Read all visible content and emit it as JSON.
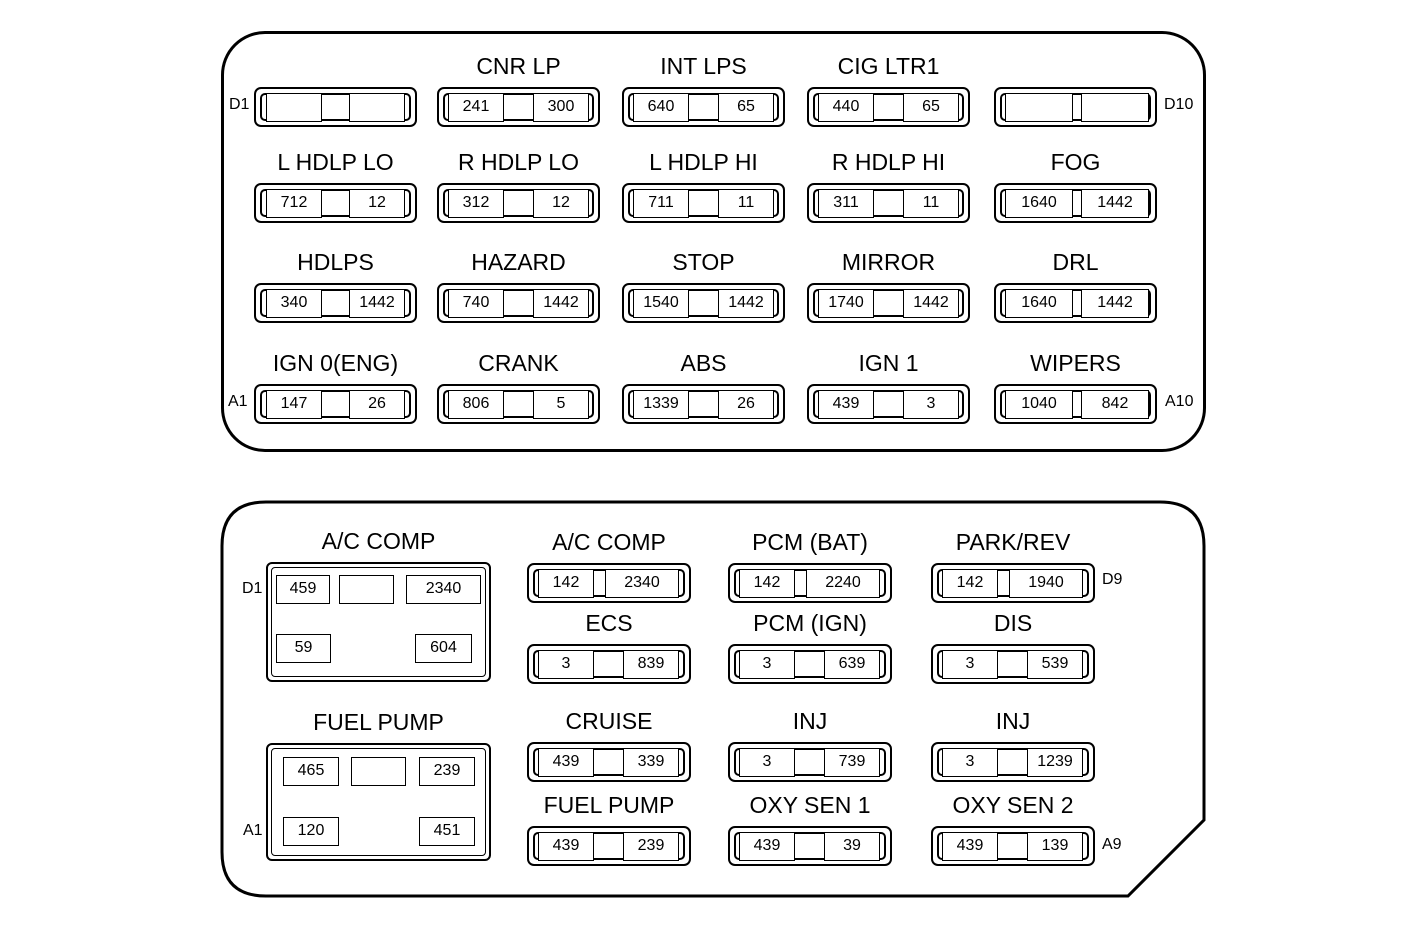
{
  "top_panel": {
    "fuses": [
      {
        "name": "",
        "cells": [
          "",
          ""
        ]
      },
      {
        "name": "CNR LP",
        "cells": [
          "241",
          "300"
        ]
      },
      {
        "name": "INT LPS",
        "cells": [
          "640",
          "65"
        ]
      },
      {
        "name": "CIG LTR1",
        "cells": [
          "440",
          "65"
        ]
      },
      {
        "name": "",
        "cells": [
          "",
          ""
        ]
      },
      {
        "name": "L HDLP LO",
        "cells": [
          "712",
          "12"
        ]
      },
      {
        "name": "R HDLP LO",
        "cells": [
          "312",
          "12"
        ]
      },
      {
        "name": "L HDLP HI",
        "cells": [
          "711",
          "11"
        ]
      },
      {
        "name": "R HDLP HI",
        "cells": [
          "311",
          "11"
        ]
      },
      {
        "name": "FOG",
        "cells": [
          "1640",
          "1442"
        ]
      },
      {
        "name": "HDLPS",
        "cells": [
          "340",
          "1442"
        ]
      },
      {
        "name": "HAZARD",
        "cells": [
          "740",
          "1442"
        ]
      },
      {
        "name": "STOP",
        "cells": [
          "1540",
          "1442"
        ]
      },
      {
        "name": "MIRROR",
        "cells": [
          "1740",
          "1442"
        ]
      },
      {
        "name": "DRL",
        "cells": [
          "1640",
          "1442"
        ]
      },
      {
        "name": "IGN 0(ENG)",
        "cells": [
          "147",
          "26"
        ]
      },
      {
        "name": "CRANK",
        "cells": [
          "806",
          "5"
        ]
      },
      {
        "name": "ABS",
        "cells": [
          "1339",
          "26"
        ]
      },
      {
        "name": "IGN 1",
        "cells": [
          "439",
          "3"
        ]
      },
      {
        "name": "WIPERS",
        "cells": [
          "1040",
          "842"
        ]
      }
    ],
    "pins": {
      "d1": "D1",
      "d10": "D10",
      "a1": "A1",
      "a10": "A10"
    }
  },
  "bottom_panel": {
    "relays": [
      {
        "name": "A/C COMP",
        "cells": [
          "459",
          "",
          "2340",
          "59",
          "604"
        ]
      },
      {
        "name": "FUEL PUMP",
        "cells": [
          "465",
          "",
          "239",
          "120",
          "451"
        ]
      }
    ],
    "fuses": [
      {
        "name": "A/C COMP",
        "cells": [
          "142",
          "2340"
        ]
      },
      {
        "name": "PCM (BAT)",
        "cells": [
          "142",
          "2240"
        ]
      },
      {
        "name": "PARK/REV",
        "cells": [
          "142",
          "1940"
        ]
      },
      {
        "name": "ECS",
        "cells": [
          "3",
          "839"
        ]
      },
      {
        "name": "PCM (IGN)",
        "cells": [
          "3",
          "639"
        ]
      },
      {
        "name": "DIS",
        "cells": [
          "3",
          "539"
        ]
      },
      {
        "name": "CRUISE",
        "cells": [
          "439",
          "339"
        ]
      },
      {
        "name": "INJ",
        "cells": [
          "3",
          "739"
        ]
      },
      {
        "name": "INJ",
        "cells": [
          "3",
          "1239"
        ]
      },
      {
        "name": "FUEL PUMP",
        "cells": [
          "439",
          "239"
        ]
      },
      {
        "name": "OXY SEN 1",
        "cells": [
          "439",
          "39"
        ]
      },
      {
        "name": "OXY SEN 2",
        "cells": [
          "439",
          "139"
        ]
      }
    ],
    "pins": {
      "d1": "D1",
      "a1": "A1",
      "d9": "D9",
      "a9": "A9"
    }
  }
}
